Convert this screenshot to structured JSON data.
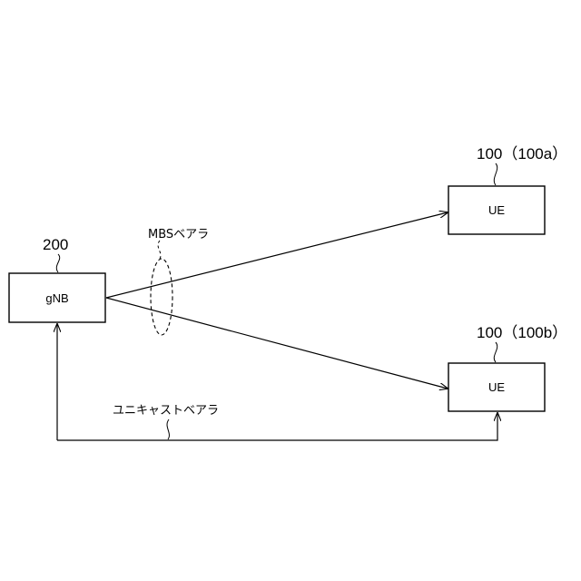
{
  "nodes": {
    "gnb": {
      "ref": "200",
      "label": "gNB"
    },
    "ue_a": {
      "ref": "100（100a）",
      "label": "UE"
    },
    "ue_b": {
      "ref": "100（100b）",
      "label": "UE"
    }
  },
  "bearers": {
    "mbs": "MBSベアラ",
    "unicast": "ユニキャストベアラ"
  }
}
